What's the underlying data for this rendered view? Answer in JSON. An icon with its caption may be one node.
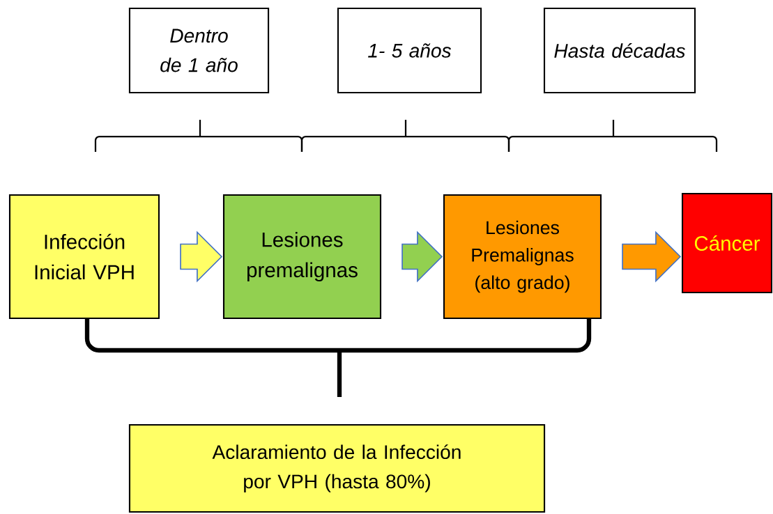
{
  "diagram": {
    "nodes": [
      {
        "text": [
          "Dentro de 1 año"
        ]
      },
      {
        "text": [
          "1- 5 años"
        ]
      },
      {
        "text": [
          "Hasta décadas"
        ]
      },
      {
        "text": [
          "Infección Inicial VPH"
        ]
      },
      {
        "text": [
          "Lesiones premalignas"
        ]
      },
      {
        "text": [
          "Lesiones Premalignas (alto grado)"
        ]
      },
      {
        "text": [
          "Cáncer"
        ]
      },
      {
        "text": [
          "Aclaramiento de la Infección por VPH (hasta 80%)"
        ]
      }
    ],
    "edges": [
      {
        "from": 3,
        "to": 4,
        "arrow": "to",
        "color": "#ffff66"
      },
      {
        "from": 4,
        "to": 5,
        "arrow": "to",
        "color": "#92d050"
      },
      {
        "from": 5,
        "to": 6,
        "arrow": "to",
        "color": "#ff9900"
      }
    ]
  }
}
